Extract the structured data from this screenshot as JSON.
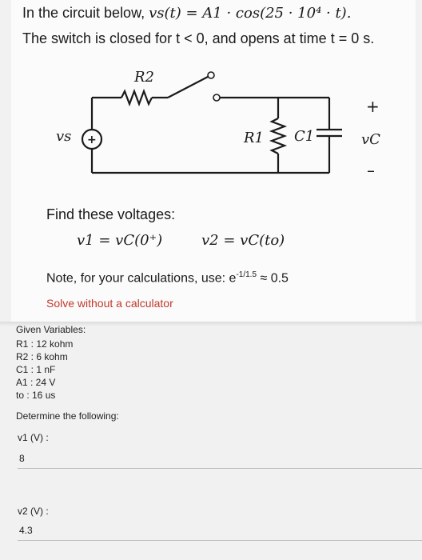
{
  "problem": {
    "line1_prefix": "In the circuit below, ",
    "line1_eq": "vs(t) = A1 · cos(25 · 10⁴ · t).",
    "line2": "The switch is closed for t < 0, and opens at time t = 0 s.",
    "find": "Find these voltages:",
    "eq_v1": "v1 = vC(0⁺)",
    "eq_v2": "v2 = vC(to)",
    "note_prefix": "Note, for your calculations, use: e",
    "note_exp": "-1/1.5",
    "note_suffix": " ≈ 0.5",
    "solve": "Solve without a calculator"
  },
  "circuit": {
    "r2_label": "R2",
    "r1_label": "R1",
    "c1_label": "C1",
    "vs_label": "vs",
    "source_plus": "+",
    "vc_plus": "+",
    "vc_label": "vC",
    "vc_minus": "–"
  },
  "given": {
    "header": "Given Variables:",
    "items": [
      "R1 : 12 kohm",
      "R2 : 6 kohm",
      "C1 : 1 nF",
      "A1 : 24 V",
      "to : 16 us"
    ],
    "determine": "Determine the following:"
  },
  "answers": [
    {
      "label": "v1 (V) :",
      "value": "8"
    },
    {
      "label": "v2 (V) :",
      "value": "4.3"
    }
  ]
}
